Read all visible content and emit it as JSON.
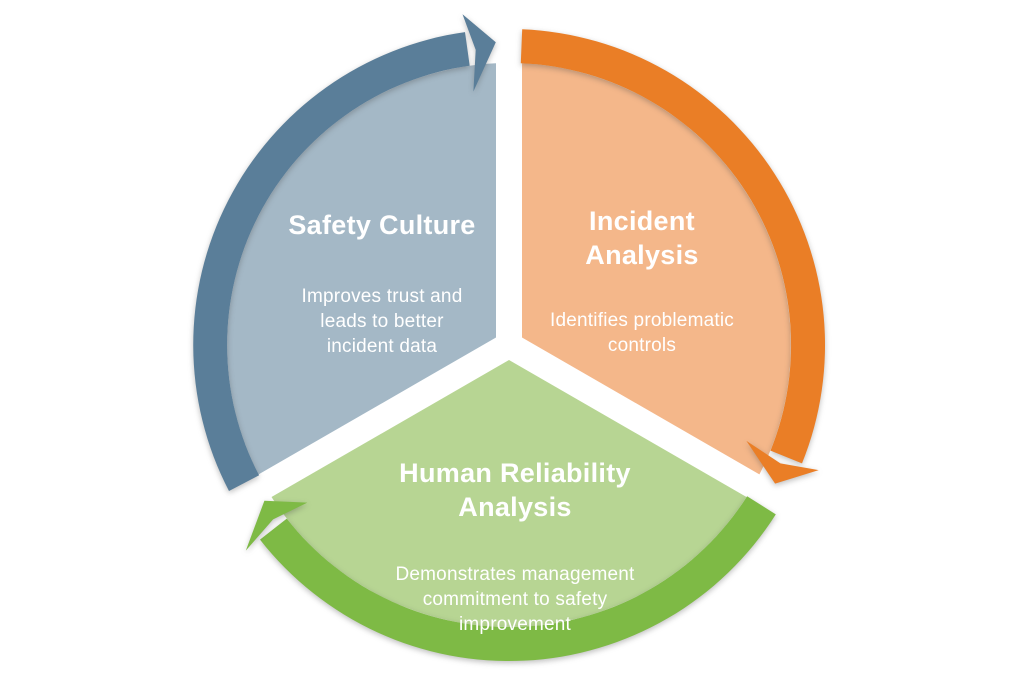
{
  "diagram": {
    "type": "cycle-diagram",
    "background_color": "#ffffff",
    "text_color": "#ffffff",
    "direction": "clockwise",
    "segments": [
      {
        "id": "safety-culture",
        "title": "Safety Culture",
        "description": "Improves trust and\nleads to better\nincident data",
        "fill_color": "#a4b8c6",
        "arrow_color": "#5a7e99"
      },
      {
        "id": "incident-analysis",
        "title": "Incident\nAnalysis",
        "description": "Identifies problematic\ncontrols",
        "fill_color": "#f4b78a",
        "arrow_color": "#ea7e26"
      },
      {
        "id": "human-reliability-analysis",
        "title": "Human Reliability\nAnalysis",
        "description": "Demonstrates management\ncommitment to safety\nimprovement",
        "fill_color": "#b7d593",
        "arrow_color": "#7eba45"
      }
    ]
  }
}
